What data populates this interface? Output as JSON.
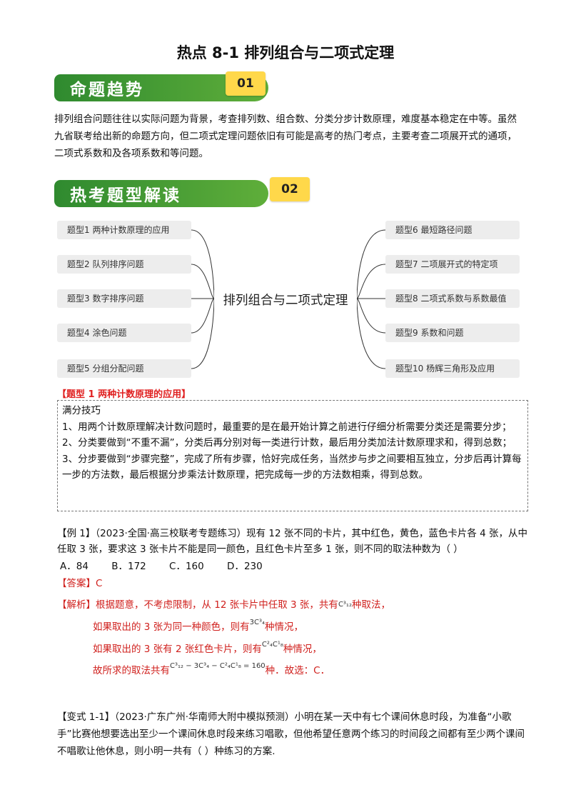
{
  "title": "热点 8-1 排列组合与二项式定理",
  "banner1": {
    "text": "命题趋势",
    "num": "01"
  },
  "trend_para": "排列组合问题往往以实际问题为背景，考查排列数、组合数、分类分步计数原理，难度基本稳定在中等。虽然九省联考给出新的命题方向，但二项式定理问题依旧有可能是高考的热门考点，主要考查二项展开式的通项，二项式系数和及各项系数和等问题。",
  "banner2": {
    "text": "热考题型解读",
    "num": "02"
  },
  "mindmap": {
    "center": "排列组合与二项式定理",
    "left": [
      "题型1  两种计数原理的应用",
      "题型2  队列排序问题",
      "题型3  数字排序问题",
      "题型4  涂色问题",
      "题型5  分组分配问题"
    ],
    "right": [
      "题型6  最短路径问题",
      "题型7  二项展开式的特定项",
      "题型8  二项式系数与系数最值",
      "题型9  系数和问题",
      "题型10  杨辉三角形及应用"
    ]
  },
  "section1": "【题型 1  两种计数原理的应用】",
  "tips": {
    "heading": "满分技巧",
    "items": [
      "1、用两个计数原理解决计数问题时，最重要的是在最开始计算之前进行仔细分析需要分类还是需要分步；",
      "2、分类要做到“不重不漏”，分类后再分别对每一类进行计数，最后用分类加法计数原理求和，得到总数；",
      "3、分步要做到“步骤完整”，完成了所有步骤，恰好完成任务，当然步与步之间要相互独立，分步后再计算每一步的方法数，最后根据分步乘法计数原理，把完成每一步的方法数相乘，得到总数。"
    ]
  },
  "example1": {
    "label": "【例 1】",
    "source": "（2023·全国·高三校联考专题练习）",
    "text": "现有 12 张不同的卡片，其中红色，黄色，蓝色卡片各 4 张，从中任取 3 张，要求这 3 张卡片不能是同一颜色，且红色卡片至多 1 张，则不同的取法种数为（    ）",
    "options": [
      "A．84",
      "B．172",
      "C．160",
      "D．230"
    ],
    "answer_label": "【答案】",
    "answer": "C",
    "analysis_label": "【解析】",
    "lines": [
      {
        "pre": "根据题意，不考虑限制，从 12 张卡片中任取 3 张，共有",
        "math": "C³₁₂",
        "post": "种取法，"
      },
      {
        "pre": "如果取出的 3 张为同一种颜色，则有",
        "math": "3C³₄",
        "post": "种情况，"
      },
      {
        "pre": "如果取出的 3 张有 2 张红色卡片，则有",
        "math": "C²₄C¹₈",
        "post": "种情况，"
      },
      {
        "pre": "故所求的取法共有",
        "math": "C³₁₂ − 3C³₄ − C²₄C¹₈ = 160",
        "post": "种．故选：C．"
      }
    ]
  },
  "variant1": {
    "label": "【变式 1-1】",
    "source": "（2023·广东广州·华南师大附中模拟预测）",
    "text": "小明在某一天中有七个课间休息时段，为准备“小歌手”比赛他想要选出至少一个课间休息时段来练习唱歌，但他希望任意两个练习的时间段之间都有至少两个课间不唱歌让他休息，则小明一共有（    ）种练习的方案."
  }
}
